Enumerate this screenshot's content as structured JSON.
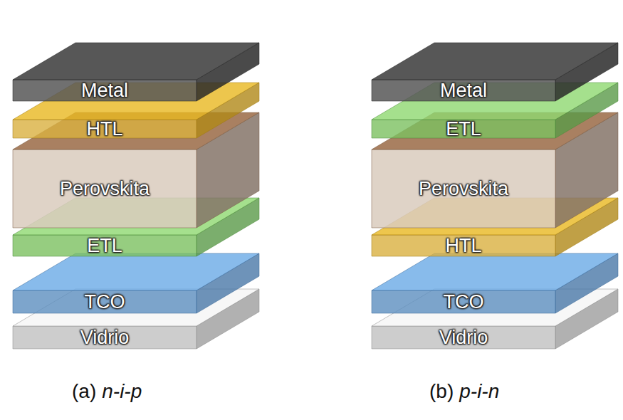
{
  "diagram": {
    "nodes": [
      {
        "text": [
          "Metal"
        ]
      },
      {
        "text": [
          "HTL"
        ]
      },
      {
        "text": [
          "Perovskita"
        ]
      },
      {
        "text": [
          "ETL"
        ]
      },
      {
        "text": [
          "TCO"
        ]
      },
      {
        "text": [
          "Vidrio"
        ]
      },
      {
        "text": [
          "Metal"
        ]
      },
      {
        "text": [
          "ETL"
        ]
      },
      {
        "text": [
          "Perovskita"
        ]
      },
      {
        "text": [
          "HTL"
        ]
      },
      {
        "text": [
          "TCO"
        ]
      },
      {
        "text": [
          "Vidrio"
        ]
      }
    ],
    "labels": [
      "(a)",
      "n-i-p",
      "(b)",
      "p-i-n"
    ]
  }
}
